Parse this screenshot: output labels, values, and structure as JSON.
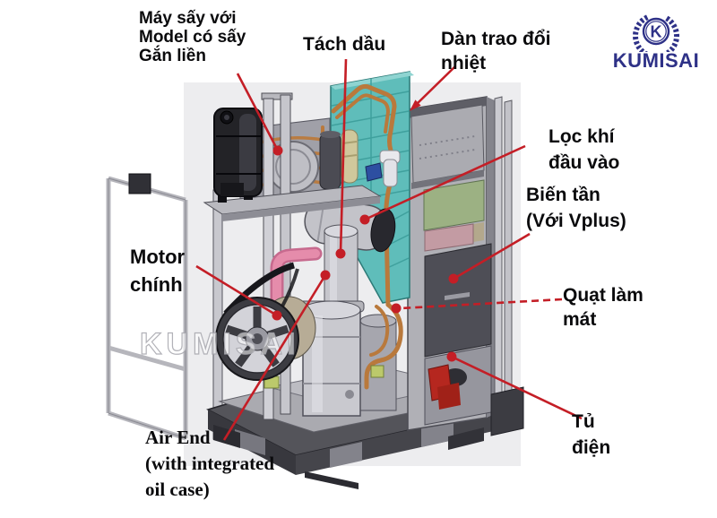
{
  "brand": {
    "logo_monogram": "K",
    "logo_text": "KUMISAI",
    "watermark": "KUMISAI"
  },
  "callouts": {
    "dryer": {
      "lines": [
        "Máy sấy với",
        "Model có sấy",
        "Gắn liền"
      ]
    },
    "oil_separator": {
      "lines": [
        "Tách dầu"
      ]
    },
    "heat_exchanger": {
      "lines": [
        "Dàn trao đổi",
        "nhiệt"
      ]
    },
    "inlet_air_filter": {
      "lines": [
        "Lọc khí",
        "đầu vào"
      ]
    },
    "inverter": {
      "lines": [
        "Biến tần",
        "(Với Vplus)"
      ]
    },
    "cooling_fan": {
      "lines": [
        "Quạt làm",
        "mát"
      ]
    },
    "electrical_cabinet": {
      "lines": [
        "Tủ",
        "điện"
      ]
    },
    "main_motor": {
      "lines": [
        "Motor",
        "chính"
      ]
    },
    "air_end": {
      "lines": [
        "Air End",
        "(with integrated",
        "oil case)"
      ]
    }
  },
  "colors": {
    "callout_red": "#c41e26",
    "logo_navy": "#2e3187",
    "heat_exchanger_teal": "#5fbdba",
    "inverter_panel_dark": "#4e4e56",
    "green_panel": "#9cb183",
    "copper_pipe": "#b9793c",
    "pink_pipe": "#e58cab",
    "electrical_red": "#b5271f"
  }
}
